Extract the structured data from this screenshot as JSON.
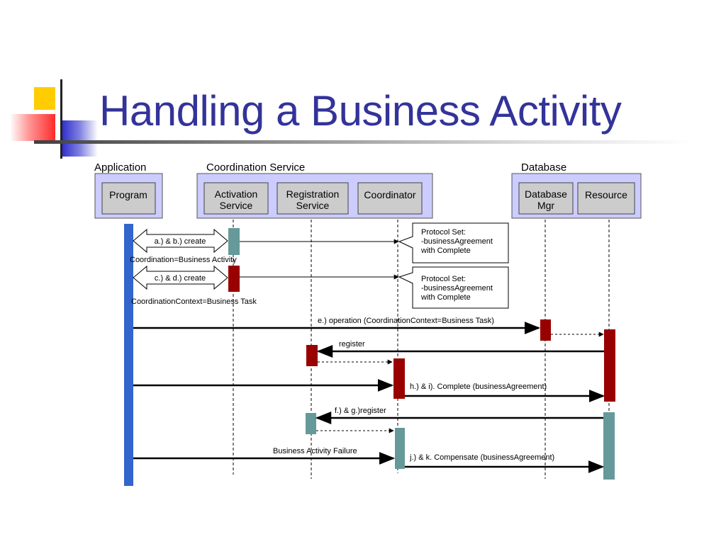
{
  "slide": {
    "title": "Handling a Business Activity"
  },
  "groups": {
    "application": "Application",
    "coordination": "Coordination Service",
    "database": "Database"
  },
  "participants": {
    "program": "Program",
    "activation_1": "Activation",
    "activation_2": "Service",
    "registration_1": "Registration",
    "registration_2": "Service",
    "coordinator": "Coordinator",
    "dbmgr_1": "Database",
    "dbmgr_2": "Mgr",
    "resource": "Resource"
  },
  "messages": {
    "ab_create": "a.) & b.) create",
    "coordination_ba": "Coordination=Business Activity",
    "cd_create": "c.) & d.) create",
    "context_bt": "CoordinationContext=Business Task",
    "e_operation": "e.) operation (CoordinationContext=Business Task)",
    "register": "register",
    "hi_complete": "h.) & i). Complete (businessAgreement)",
    "fg_register": "f.) & g.)register",
    "ba_failure": "Business Activity Failure",
    "jk_compensate": "j.) & k. Compensate (businessAgreement)"
  },
  "notes": {
    "note1": [
      "Protocol Set:",
      "-businessAgreement",
      "with Complete"
    ],
    "note2": [
      "Protocol Set:",
      "-businessAgreement",
      "with Complete"
    ]
  },
  "colors": {
    "title": "#333399",
    "group_fill": "#ccccff",
    "box_fill": "#cccccc",
    "program_bar": "#3366cc",
    "red_activation": "#990000",
    "teal_activation": "#669999"
  }
}
